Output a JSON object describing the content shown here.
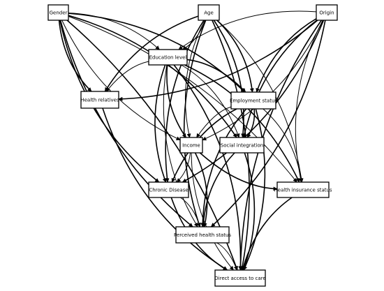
{
  "diagram": {
    "nodes": [
      {
        "id": "gender",
        "label": "Gender"
      },
      {
        "id": "age",
        "label": "Age"
      },
      {
        "id": "origin",
        "label": "Origin"
      },
      {
        "id": "education",
        "label": "Education level"
      },
      {
        "id": "relatives",
        "label": "Health relatives"
      },
      {
        "id": "employment",
        "label": "Employment status"
      },
      {
        "id": "income",
        "label": "Income"
      },
      {
        "id": "social",
        "label": "Social integration"
      },
      {
        "id": "chronic",
        "label": "Chronic Disease"
      },
      {
        "id": "insurance",
        "label": "Health insurance status"
      },
      {
        "id": "perceived",
        "label": "Perceived health status"
      },
      {
        "id": "access",
        "label": "Direct access to care"
      }
    ],
    "edges": [
      [
        "gender",
        "education"
      ],
      [
        "gender",
        "relatives"
      ],
      [
        "gender",
        "employment"
      ],
      [
        "gender",
        "income"
      ],
      [
        "gender",
        "social"
      ],
      [
        "gender",
        "chronic"
      ],
      [
        "gender",
        "insurance"
      ],
      [
        "gender",
        "perceived"
      ],
      [
        "gender",
        "access"
      ],
      [
        "age",
        "education"
      ],
      [
        "age",
        "relatives"
      ],
      [
        "age",
        "employment"
      ],
      [
        "age",
        "income"
      ],
      [
        "age",
        "social"
      ],
      [
        "age",
        "chronic"
      ],
      [
        "age",
        "insurance"
      ],
      [
        "age",
        "perceived"
      ],
      [
        "age",
        "access"
      ],
      [
        "origin",
        "education"
      ],
      [
        "origin",
        "relatives"
      ],
      [
        "origin",
        "employment"
      ],
      [
        "origin",
        "income"
      ],
      [
        "origin",
        "social"
      ],
      [
        "origin",
        "chronic"
      ],
      [
        "origin",
        "insurance"
      ],
      [
        "origin",
        "perceived"
      ],
      [
        "origin",
        "access"
      ],
      [
        "education",
        "relatives"
      ],
      [
        "education",
        "employment"
      ],
      [
        "education",
        "income"
      ],
      [
        "education",
        "social"
      ],
      [
        "education",
        "chronic"
      ],
      [
        "education",
        "insurance"
      ],
      [
        "education",
        "perceived"
      ],
      [
        "education",
        "access"
      ],
      [
        "relatives",
        "access"
      ],
      [
        "employment",
        "income"
      ],
      [
        "employment",
        "social"
      ],
      [
        "employment",
        "chronic"
      ],
      [
        "employment",
        "insurance"
      ],
      [
        "employment",
        "perceived"
      ],
      [
        "employment",
        "access"
      ],
      [
        "income",
        "chronic"
      ],
      [
        "income",
        "insurance"
      ],
      [
        "income",
        "perceived"
      ],
      [
        "income",
        "access"
      ],
      [
        "social",
        "perceived"
      ],
      [
        "social",
        "access"
      ],
      [
        "chronic",
        "perceived"
      ],
      [
        "chronic",
        "access"
      ],
      [
        "insurance",
        "access"
      ],
      [
        "perceived",
        "access"
      ]
    ]
  }
}
